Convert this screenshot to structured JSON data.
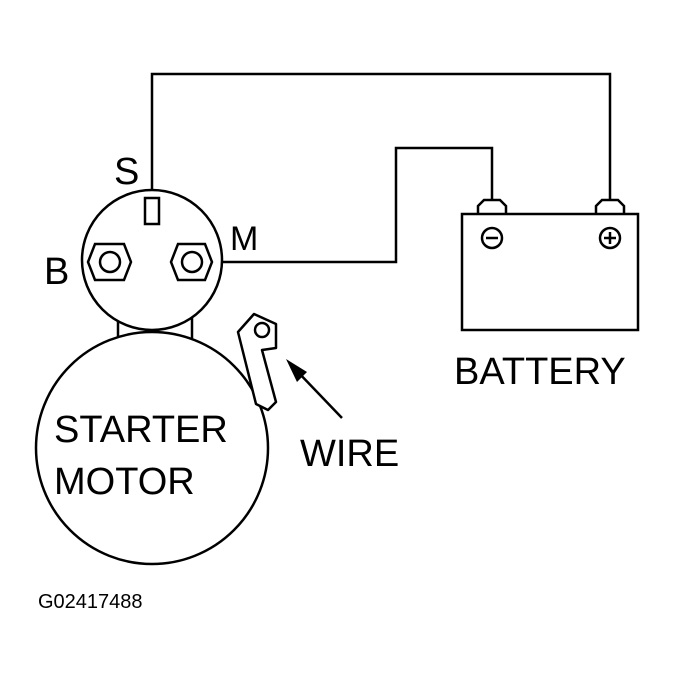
{
  "labels": {
    "terminal_s": "S",
    "terminal_m": "M",
    "terminal_b": "B",
    "starter_line1": "STARTER",
    "starter_line2": "MOTOR",
    "battery": "BATTERY",
    "wire": "WIRE",
    "figure_code": "G02417488"
  },
  "icons": {
    "battery_negative": "minus-circle-icon",
    "battery_positive": "plus-circle-icon"
  },
  "colors": {
    "stroke": "#000000",
    "background": "#ffffff"
  }
}
